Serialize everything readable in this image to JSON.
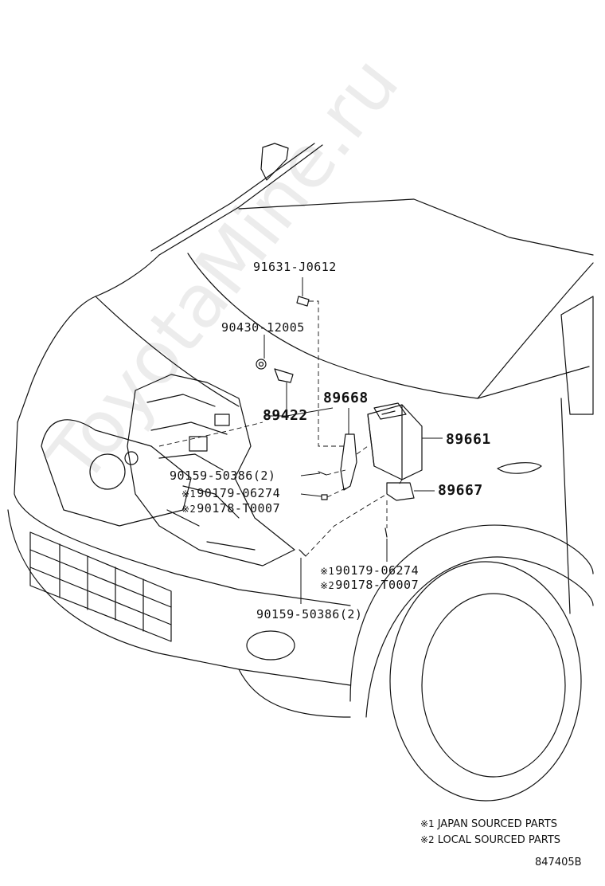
{
  "watermark": "ToyotaMine.ru",
  "parts": {
    "p91631": "91631-J0612",
    "p90430": "90430-12005",
    "p89668": "89668",
    "p89422": "89422",
    "p89661": "89661",
    "p90159_left": "90159-50386(2)",
    "p90179_left": "90179-06274",
    "p90178_left": "90178-T0007",
    "p89667": "89667",
    "p90179_right": "90179-06274",
    "p90178_right": "90178-T0007",
    "p90159_bottom": "90159-50386(2)"
  },
  "marks": {
    "m1": "※1",
    "m2": "※2"
  },
  "legend": {
    "japan": "JAPAN SOURCED PARTS",
    "local": "LOCAL SOURCED PARTS"
  },
  "figure_id": "847405B",
  "colors": {
    "ink": "#111111",
    "background": "#ffffff"
  }
}
